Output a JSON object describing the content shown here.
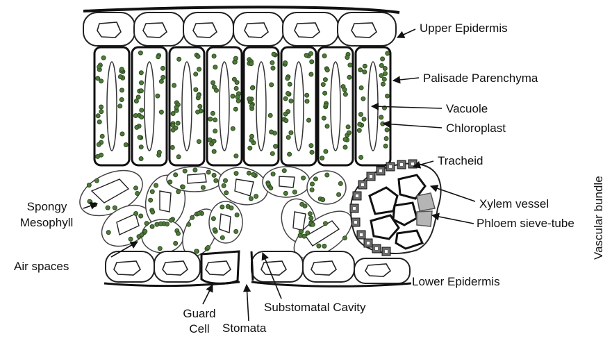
{
  "labels": {
    "upper_epidermis": "Upper Epidermis",
    "palisade_parenchyma": "Palisade Parenchyma",
    "vacuole": "Vacuole",
    "chloroplast": "Chloroplast",
    "tracheid": "Tracheid",
    "xylem_vessel": "Xylem vessel",
    "phloem_sieve_tube": "Phloem sieve-tube",
    "vascular_bundle": "Vascular bundle",
    "spongy_line1": "Spongy",
    "spongy_line2": "Mesophyll",
    "air_spaces": "Air spaces",
    "lower_epidermis": "Lower Epidermis",
    "guard_line1": "Guard",
    "guard_line2": "Cell",
    "stomata": "Stomata",
    "substomatal_cavity": "Substomatal Cavity"
  },
  "colors": {
    "outline": "#1a1a1a",
    "chloroplast_fill": "#4f7a3a",
    "phloem_fill": "#b5b5b5",
    "tracheid_fill": "#6a6a6a"
  }
}
